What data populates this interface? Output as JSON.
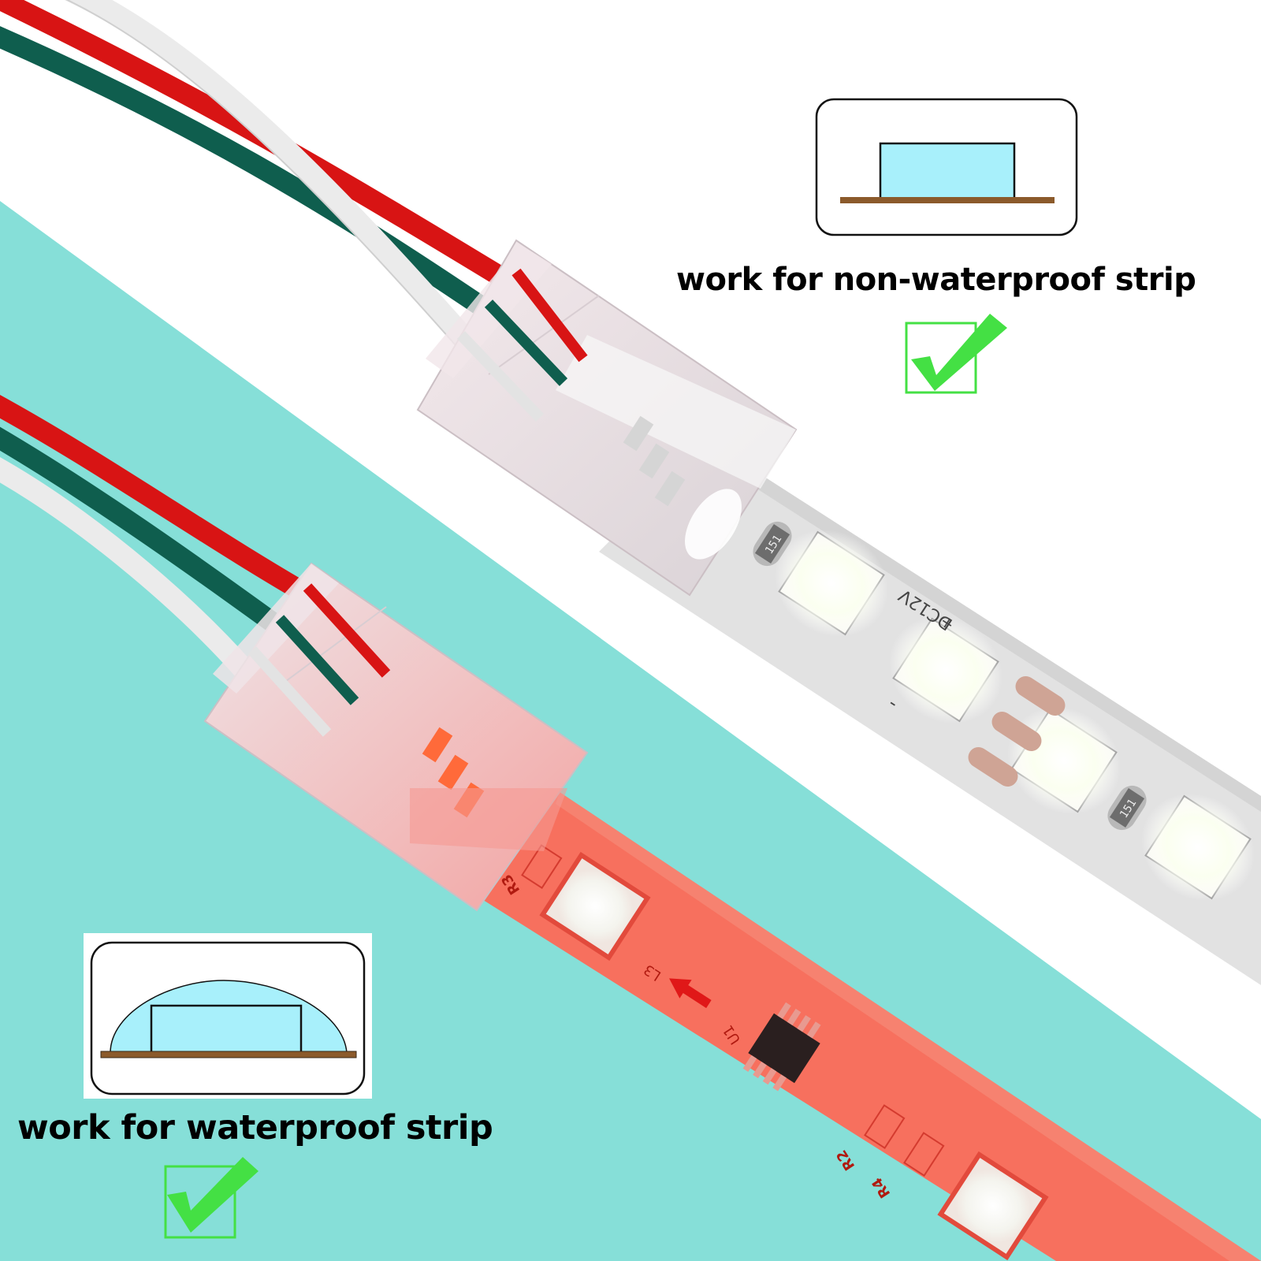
{
  "labels": {
    "non_waterproof": "work for non-waterproof strip",
    "waterproof": "work for waterproof strip"
  },
  "strip_markings": {
    "white_strip": {
      "voltage": "DC12V",
      "plus": "+",
      "minus": "-",
      "resistor_code": "151"
    },
    "red_strip": {
      "resistor_1": "R3",
      "resistor_2": "R4",
      "resistor_3": "R2",
      "led": "L3",
      "ic": "U1"
    }
  },
  "colors": {
    "background_teal": "#86DFD8",
    "background_white": "#FFFFFF",
    "check_green": "#44E044",
    "diagram_fill": "#A8F0FB",
    "diagram_base": "#8B5A2B",
    "wire_red": "#D81414",
    "wire_green": "#0F5E4E",
    "wire_white": "#EDEDED",
    "strip_white": "#E2E2E2",
    "strip_red": "#F7705E"
  },
  "icons": {
    "top_check": "checkmark-in-box",
    "bottom_check": "checkmark-in-box"
  }
}
